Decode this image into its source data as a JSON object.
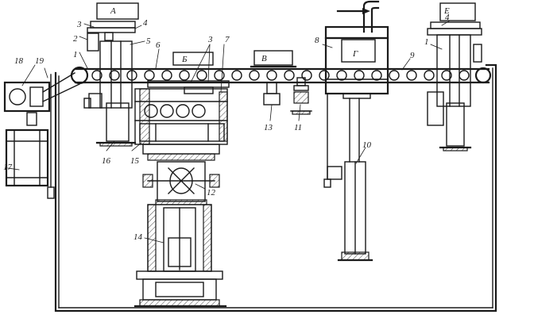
{
  "callouts": {
    "n1a": "1",
    "n1b": "1",
    "n2": "2",
    "n3": "3",
    "n3b": "3",
    "n4a": "4",
    "n4b": "4",
    "n5": "5",
    "n6": "6",
    "n7": "7",
    "n8": "8",
    "n9": "9",
    "n10": "10",
    "n11": "11",
    "n12": "12",
    "n13": "13",
    "n14": "14",
    "n15": "15",
    "n16": "16",
    "n17": "17",
    "n18": "18",
    "n19": "19"
  },
  "stations": {
    "A": "А",
    "B": "Б",
    "V": "В",
    "G": "Г",
    "E": "Е"
  }
}
